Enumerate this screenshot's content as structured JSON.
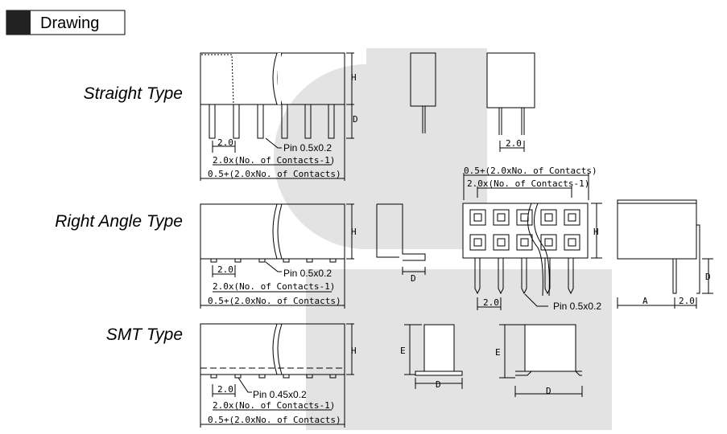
{
  "header": {
    "title": "Drawing"
  },
  "types": {
    "straight": "Straight Type",
    "right_angle": "Right Angle Type",
    "smt": "SMT Type"
  },
  "dims": {
    "pitch": "2.0",
    "pin": "Pin 0.5x0.2",
    "pin_smt": "Pin  0.45x0.2",
    "span": "2.0x(No. of Contacts-1)",
    "total": "0.5+(2.0xNo. of Contacts)",
    "h": "H",
    "d": "D",
    "e": "E",
    "a": "A"
  },
  "colors": {
    "watermark": "#e3e3e3"
  }
}
